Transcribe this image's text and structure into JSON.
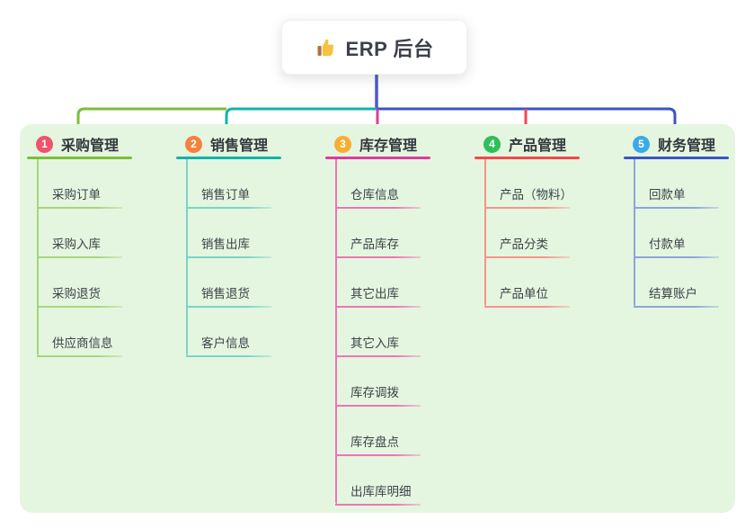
{
  "root": {
    "title": "ERP 后台",
    "icon": "thumbs-up-icon"
  },
  "colors": {
    "panel_bg": "#E4F6DF",
    "trunk": "#5059C4",
    "card_bg": "#FFFFFF",
    "header_text": "#33373D",
    "item_text": "#3D4249",
    "thumb_yellow": "#F9C23C",
    "thumb_cuff": "#B5713B"
  },
  "branches": [
    {
      "badge": "1",
      "badge_color": "#F0536E",
      "line_color": "#7CBE3C",
      "light_color": "#A8D47B",
      "label": "采购管理",
      "items": [
        "采购订单",
        "采购入库",
        "采购退货",
        "供应商信息"
      ]
    },
    {
      "badge": "2",
      "badge_color": "#F5813E",
      "line_color": "#12B3A8",
      "light_color": "#7AD4C6",
      "label": "销售管理",
      "items": [
        "销售订单",
        "销售出库",
        "销售退货",
        "客户信息"
      ]
    },
    {
      "badge": "3",
      "badge_color": "#F7AE33",
      "line_color": "#E03A9C",
      "light_color": "#EE74B8",
      "label": "库存管理",
      "items": [
        "仓库信息",
        "产品库存",
        "其它出库",
        "其它入库",
        "库存调拨",
        "库存盘点",
        "出库库明细"
      ]
    },
    {
      "badge": "4",
      "badge_color": "#2FBE5A",
      "line_color": "#F5484B",
      "light_color": "#F9928F",
      "label": "产品管理",
      "items": [
        "产品（物料）",
        "产品分类",
        "产品单位"
      ]
    },
    {
      "badge": "5",
      "badge_color": "#3BA9E8",
      "line_color": "#3A55C6",
      "light_color": "#8EA3DC",
      "label": "财务管理",
      "items": [
        "回款单",
        "付款单",
        "结算账户"
      ]
    }
  ]
}
